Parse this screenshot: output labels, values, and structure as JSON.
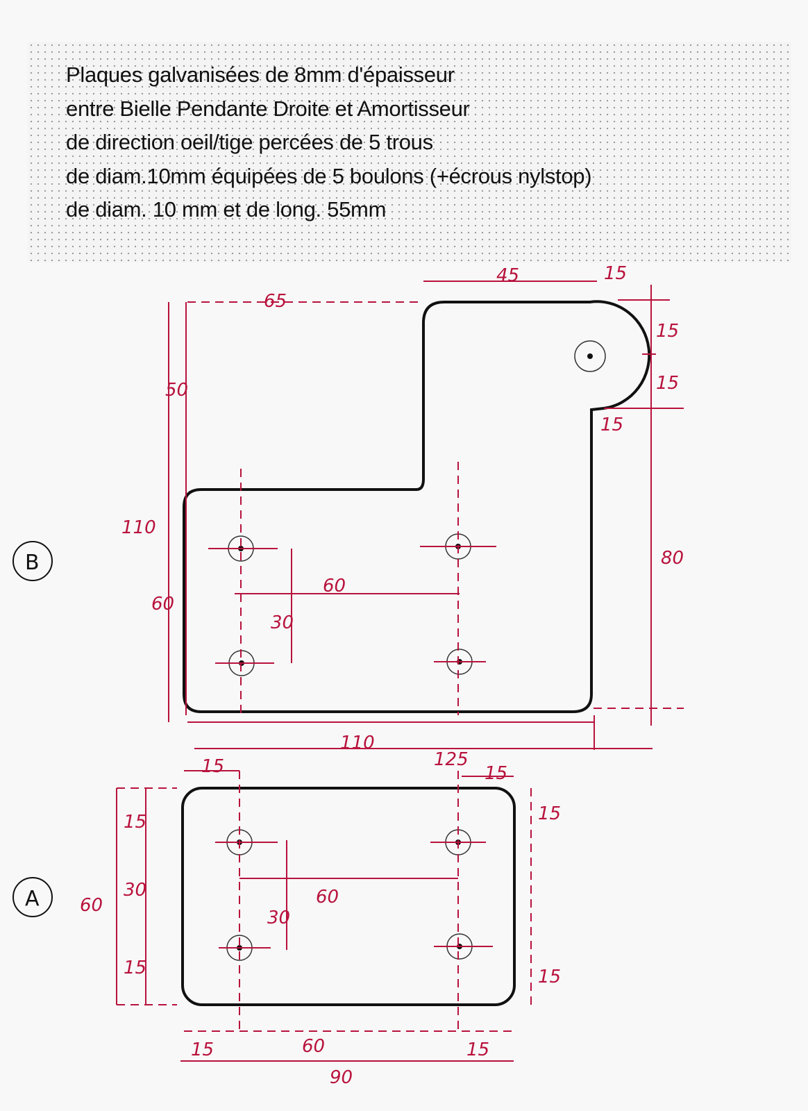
{
  "note": {
    "lines": [
      "Plaques galvanisées de 8mm d'épaisseur",
      "entre Bielle Pendante Droite et Amortisseur",
      "de direction oeil/tige percées de 5 trous",
      "de diam.10mm équipées de 5 boulons (+écrous nylstop)",
      "de diam. 10 mm et de long. 55mm"
    ]
  },
  "plate_b": {
    "label": "B",
    "dims": {
      "top_left_width": "65",
      "top_right_width": "45",
      "top_corner": "15",
      "right_15_a": "15",
      "right_15_b": "15",
      "notch_15": "15",
      "left_upper_height": "50",
      "left_total_height": "110",
      "left_lower_height": "60",
      "hole_spacing_vertical": "30",
      "hole_spacing_horizontal": "60",
      "right_height": "80",
      "bottom_width": "110",
      "overall_width": "125"
    }
  },
  "plate_a": {
    "label": "A",
    "dims": {
      "top_left_offset": "15",
      "top_right_offset": "15",
      "left_top": "15",
      "left_middle": "30",
      "left_bottom": "15",
      "left_total": "60",
      "hole_spacing_horizontal": "60",
      "hole_spacing_vertical": "30",
      "right_top": "15",
      "right_bottom": "15",
      "bottom_left": "15",
      "bottom_middle": "60",
      "bottom_right": "15",
      "overall_width": "90"
    }
  }
}
